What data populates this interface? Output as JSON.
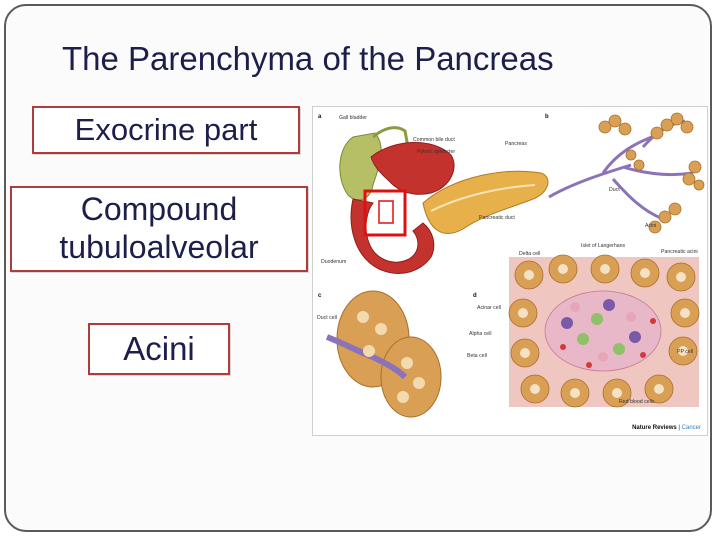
{
  "slide": {
    "title": "The Parenchyma of the Pancreas",
    "terms": [
      "Exocrine part",
      "Compound tubuloalveolar",
      "Acini"
    ]
  },
  "figure": {
    "panel_letters": [
      "a",
      "b",
      "c",
      "d"
    ],
    "panel_a_labels": {
      "gall_bladder": "Gall bladder",
      "common_bile_duct": "Common bile duct",
      "pyloric_sphincter": "Pyloric sphincter",
      "pancreas": "Pancreas",
      "pancreatic_duct": "Pancreatic duct",
      "duodenum": "Duodenum"
    },
    "panel_b_labels": {
      "duct": "Duct",
      "acini": "Acini"
    },
    "panel_c_labels": {
      "duct_cell": "Duct cell"
    },
    "panel_d_labels": {
      "delta_cell": "Delta cell",
      "islet_of_langerhans": "Islet of Langerhans",
      "pancreatic_acini": "Pancreatic acini",
      "acinar_cell": "Acinar cell",
      "alpha_cell": "Alpha cell",
      "beta_cell": "Beta cell",
      "pp_cell": "PP cell",
      "red_blood_cells": "Red blood cells"
    },
    "credit_journal": "Nature Reviews",
    "credit_separator": "|",
    "credit_section": "Cancer"
  },
  "colors": {
    "title_text": "#1b1f4a",
    "term_border": "#b13a3a",
    "highlight_box": "#e01010",
    "pancreas_tissue": "#e8b04a",
    "duodenum_red": "#c4322e",
    "acini_tan": "#d99f55",
    "duct_purple": "#8a73b8"
  }
}
